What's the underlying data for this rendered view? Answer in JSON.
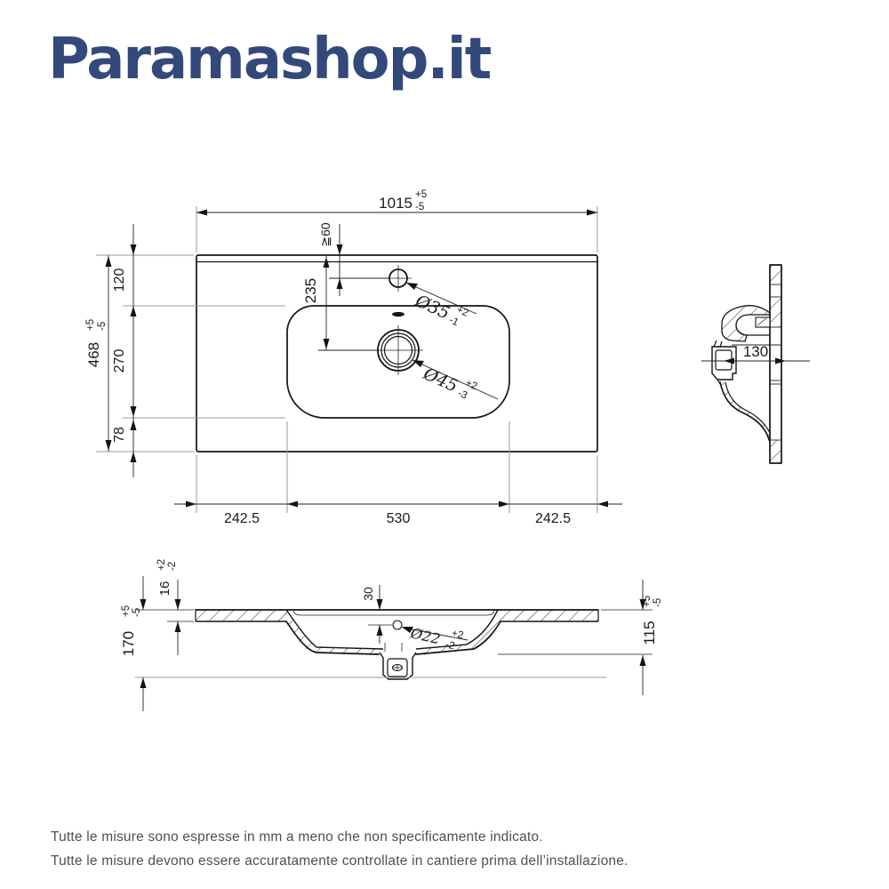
{
  "brand": {
    "logo_text": "Paramashop.it"
  },
  "colors": {
    "brand_navy": "#33497B",
    "line_black": "#141414",
    "line_gray": "#999999",
    "footer_gray": "#4f4f4f"
  },
  "drawing": {
    "top_view": {
      "overall_width": "1015",
      "overall_width_plus": "+5",
      "overall_width_minus": "-5",
      "overall_depth": "468",
      "overall_depth_plus": "+5",
      "overall_depth_minus": "-5",
      "back_to_basin": "120",
      "basin_depth": "270",
      "basin_to_front": "78",
      "edge_to_drain": "235",
      "faucet_min_inset": "≧60",
      "faucet_hole_dia": "Ø35",
      "faucet_hole_plus": "+2",
      "faucet_hole_minus": "-1",
      "drain_hole_dia": "Ø45",
      "drain_hole_plus": "+2",
      "drain_hole_minus": "-3",
      "left_offset": "242.5",
      "basin_width": "530",
      "right_offset": "242.5"
    },
    "side_view": {
      "drain_depth": "130"
    },
    "section_view": {
      "top_thickness": "16",
      "top_thickness_plus": "+2",
      "top_thickness_minus": "-2",
      "total_height": "170",
      "total_height_plus": "+5",
      "total_height_minus": "-5",
      "overflow_drop": "30",
      "overflow_hole_dia": "Ø22",
      "overflow_hole_plus": "+2",
      "overflow_hole_minus": "-2",
      "basin_height": "115",
      "basin_height_plus": "+5",
      "basin_height_minus": "-5"
    }
  },
  "footer": {
    "note_line1": "Tutte le misure sono espresse in mm a meno che non specificamente indicato.",
    "note_line2": "Tutte le misure devono essere accuratamente controllate in cantiere prima dell’installazione."
  }
}
